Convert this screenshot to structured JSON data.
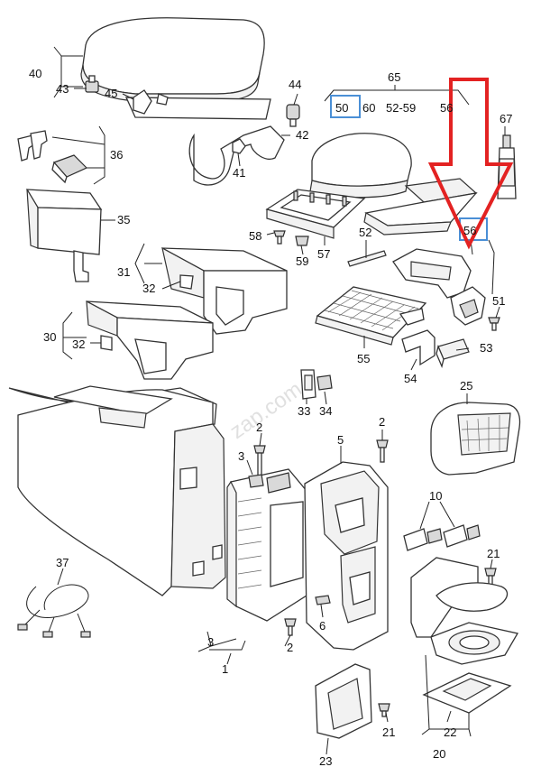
{
  "diagram": {
    "callouts": {
      "c40": "40",
      "c43": "43",
      "c45": "45",
      "c44": "44",
      "c42": "42",
      "c41": "41",
      "c36": "36",
      "c35": "35",
      "c31": "31",
      "c32a": "32",
      "c30": "30",
      "c32b": "32",
      "c65": "65",
      "c50": "50",
      "c60": "60",
      "c52_59": "52-59",
      "c56a": "56",
      "c67": "67",
      "c56b": "56",
      "c58": "58",
      "c57": "57",
      "c59": "59",
      "c52": "52",
      "c51": "51",
      "c55": "55",
      "c53": "53",
      "c54": "54",
      "c33": "33",
      "c34": "34",
      "c25": "25",
      "c2a": "2",
      "c3a": "3",
      "c2b": "2",
      "c5": "5",
      "c10": "10",
      "c21a": "21",
      "c37": "37",
      "c6": "6",
      "c3b": "3",
      "c2c": "2",
      "c1": "1",
      "c21b": "21",
      "c22": "22",
      "c20": "20",
      "c23": "23"
    },
    "watermark": "zap.com",
    "colors": {
      "arrow": "#e32222",
      "highlight_box": "#4a8fd6",
      "line": "#333333"
    }
  }
}
